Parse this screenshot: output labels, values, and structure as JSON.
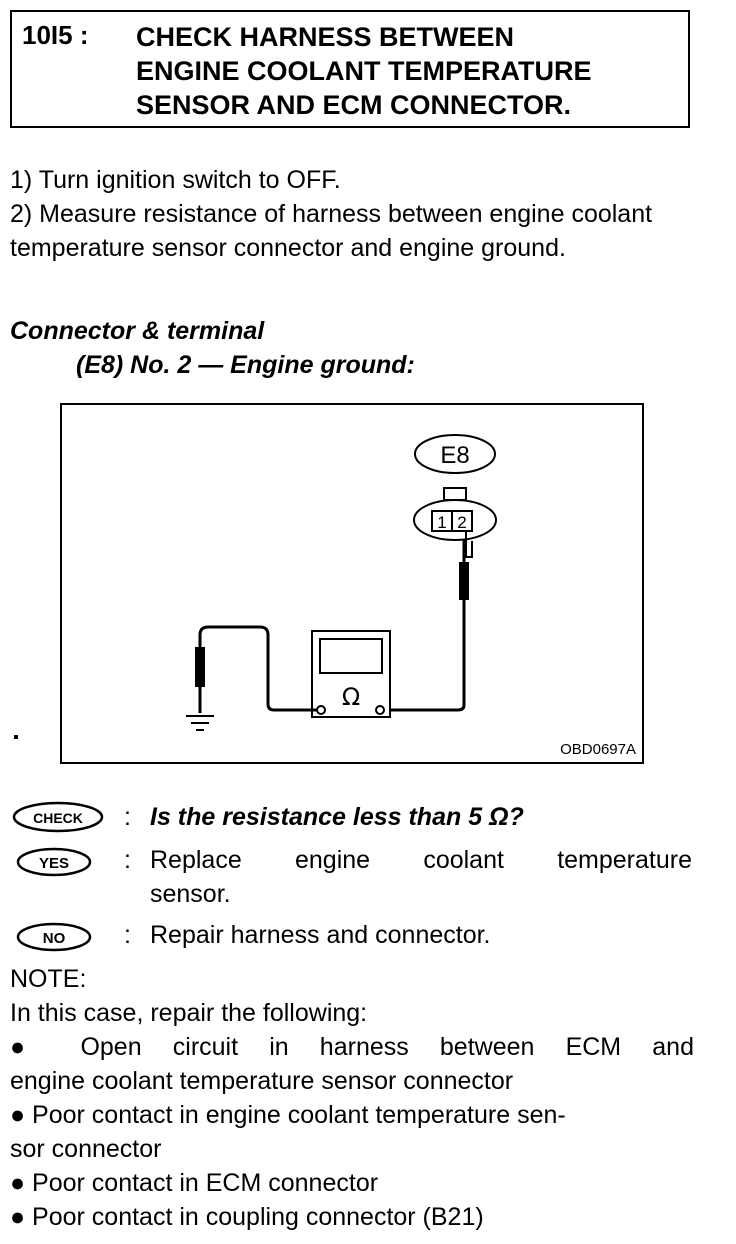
{
  "header": {
    "code": "10I5 :",
    "title": "CHECK HARNESS BETWEEN\nENGINE COOLANT TEMPERATURE\nSENSOR AND ECM CONNECTOR."
  },
  "instructions": {
    "step1": "1)  Turn ignition switch to OFF.",
    "step2": "2)  Measure resistance of harness between engine coolant temperature sensor connector and engine ground."
  },
  "connector": {
    "label": "Connector & terminal",
    "detail": "(E8) No. 2 — Engine ground:"
  },
  "diagram": {
    "connector_tag": "E8",
    "pin1": "1",
    "pin2": "2",
    "meter_symbol": "Ω",
    "figure_code": "OBD0697A"
  },
  "check": {
    "icon": "CHECK",
    "colon": ":",
    "question": "Is the resistance less than 5 Ω?"
  },
  "yes": {
    "icon": "YES",
    "colon": ":",
    "line1": "Replace engine coolant temperature",
    "line2": "sensor."
  },
  "no": {
    "icon": "NO",
    "colon": ":",
    "answer": "Repair harness and connector."
  },
  "note": {
    "heading": "NOTE:",
    "intro": "In this case, repair the following:",
    "b1_line1": "●  Open circuit in harness between ECM and",
    "b1_line2": "engine coolant temperature sensor connector",
    "b2_line1": "●  Poor contact in engine coolant temperature sen-",
    "b2_line2": "sor connector",
    "b3": "●  Poor contact in ECM connector",
    "b4": "●  Poor contact in coupling connector (B21)"
  }
}
